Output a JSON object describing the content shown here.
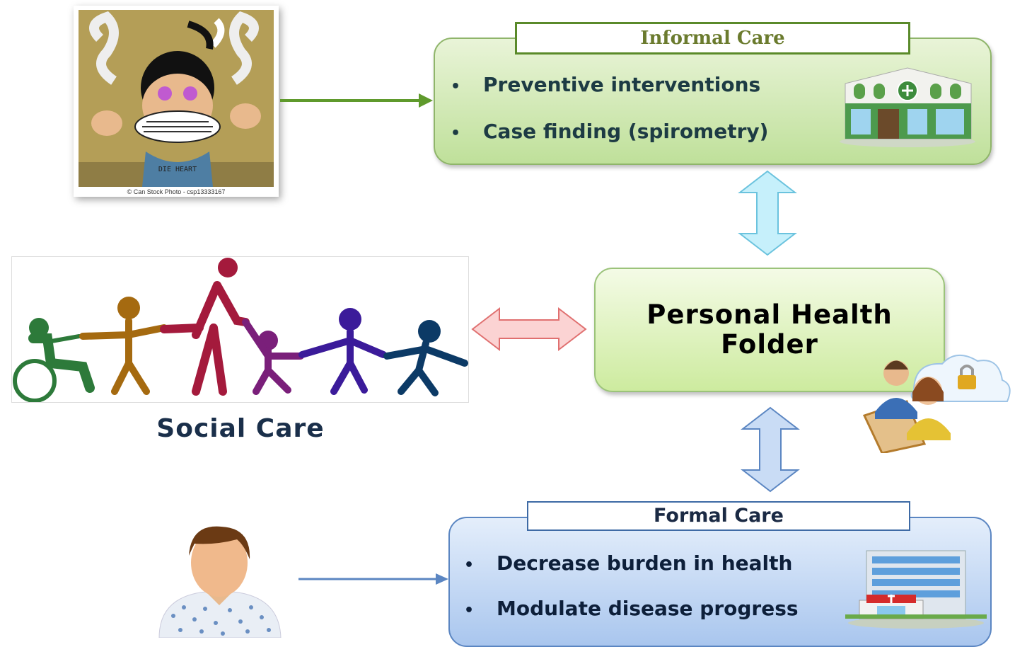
{
  "cartoon": {
    "caption": "© Can Stock Photo - csp13333167",
    "shirt_text": "DIE HEART"
  },
  "informal_care": {
    "title": "Informal Care",
    "bullet_symbol": "•",
    "items": [
      "Preventive interventions",
      "Case finding (spirometry)"
    ],
    "icon": "pharmacy-building-icon"
  },
  "personal_health_folder": {
    "title": "Personal Health Folder",
    "icon": "users-cloud-lock-icon"
  },
  "social_care": {
    "label": "Social Care",
    "icon": "family-silhouettes-icon"
  },
  "formal_care": {
    "title": "Formal Care",
    "bullet_symbol": "•",
    "items": [
      "Decrease burden in health",
      "Modulate disease progress"
    ],
    "icon": "hospital-building-icon"
  },
  "patient": {
    "icon": "patient-avatar-icon"
  },
  "colors": {
    "informal_green": "#bfe09a",
    "phf_green": "#cdeb9f",
    "formal_blue": "#a9c6ee",
    "arrow_green": "#5f9a2c",
    "arrow_blue": "#5b86c2",
    "arrow_cyan": "#a9e6f6",
    "arrow_red": "#f4a9a9"
  }
}
